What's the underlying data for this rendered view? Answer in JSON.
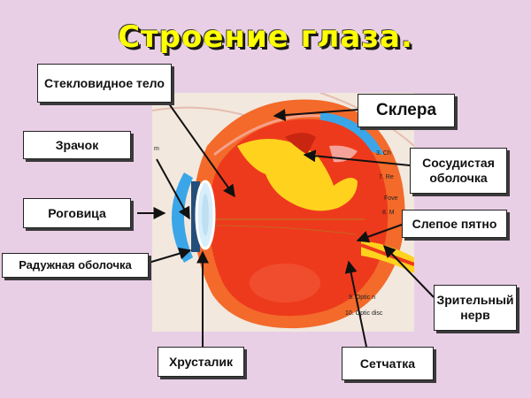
{
  "title": "Строение глаза.",
  "labels": {
    "vitreous": "Стекловидное тело",
    "sclera": "Склера",
    "pupil": "Зрачок",
    "choroid": "Сосудистая оболочка",
    "cornea": "Роговица",
    "blind_spot": "Слепое пятно",
    "iris": "Радужная оболочка",
    "optic_nerve": "Зрительный нерв",
    "lens": "Хрусталик",
    "retina": "Сетчатка"
  },
  "source_labels": {
    "choroid_abbr": "3. Ch",
    "retina_abbr": "7. Re",
    "fovea_abbr": "Fove",
    "macula_abbr": "8. M",
    "optic_n": "9. Optic n",
    "optic_disc": "10. Optic disc",
    "edge_m": "m"
  },
  "colors": {
    "background": "#e9cfe6",
    "title": "#ffff00",
    "eye_red": "#ee3a1c",
    "sclera_orange": "#f36a2a",
    "choroid_yellow": "#ffd21e",
    "cornea_blue": "#3aa6e8"
  }
}
